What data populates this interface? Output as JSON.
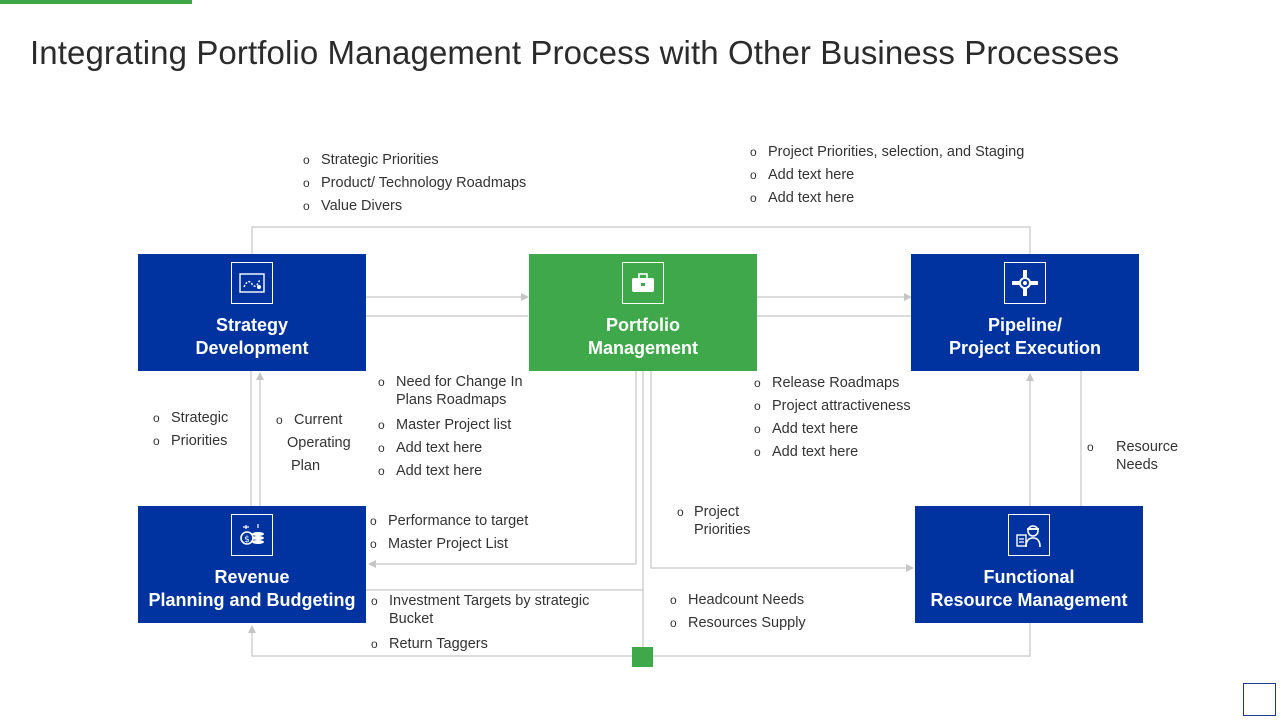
{
  "title": "Integrating Portfolio Management Process with Other Business Processes",
  "colors": {
    "blue": "#0033a0",
    "green": "#3ea84a",
    "line": "#c6c6c6"
  },
  "boxes": {
    "strategy": {
      "line1": "Strategy",
      "line2": "Development",
      "icon": "roadmap-icon"
    },
    "portfolio": {
      "line1": "Portfolio",
      "line2": "Management",
      "icon": "briefcase-icon"
    },
    "pipeline": {
      "line1": "Pipeline/",
      "line2": "Project Execution",
      "icon": "pipeline-icon"
    },
    "revenue": {
      "line1": "Revenue",
      "line2": "Planning and Budgeting",
      "icon": "money-coins-icon"
    },
    "functional": {
      "line1": "Functional",
      "line2": "Resource Management",
      "icon": "engineer-icon"
    }
  },
  "notes": {
    "top_left": [
      "Strategic Priorities",
      "Product/ Technology Roadmaps",
      "Value Divers"
    ],
    "top_right": [
      "Project Priorities, selection, and Staging",
      "Add text here",
      "Add text here"
    ],
    "left_outer": [
      "Strategic",
      "Priorities"
    ],
    "left_inner": {
      "line1": "Current",
      "line2": "Operating",
      "line3": "Plan"
    },
    "center_left": [
      "Need for Change In Plans Roadmaps",
      "Master Project list",
      "Add text here",
      "Add text here"
    ],
    "center_right": [
      "Release Roadmaps",
      "Project attractiveness",
      "Add text here",
      "Add text here"
    ],
    "right_outer": {
      "line1": "Resource",
      "line2": "Needs"
    },
    "bottom_mid_left": [
      "Performance to target",
      "Master Project List"
    ],
    "bottom_low_left": [
      "Investment Targets by strategic Bucket",
      "Return Taggers"
    ],
    "project_priorities": {
      "line1": "Project",
      "line2": "Priorities"
    },
    "bottom_right": [
      "Headcount Needs",
      "Resources Supply"
    ]
  }
}
